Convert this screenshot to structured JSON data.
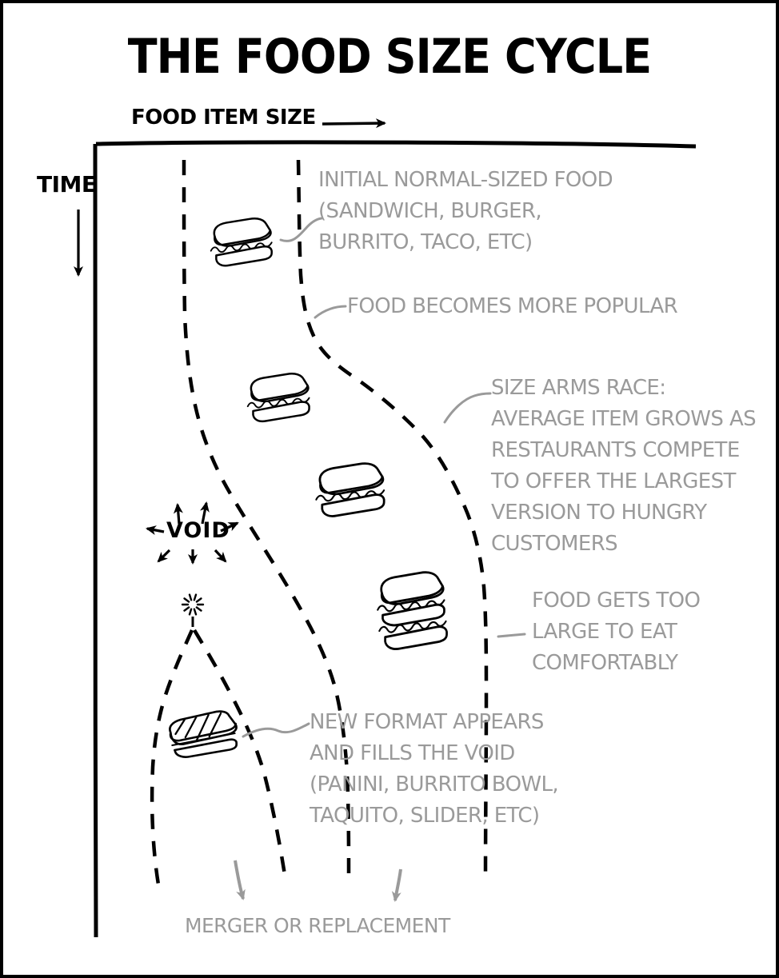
{
  "title": "THE FOOD SIZE CYCLE",
  "axes": {
    "x_label": "FOOD ITEM SIZE",
    "y_label": "TIME"
  },
  "annotations": {
    "initial_food": "INITIAL NORMAL-SIZED FOOD\n(SANDWICH, BURGER,\n BURRITO, TACO, ETC)",
    "becomes_popular": "FOOD BECOMES MORE POPULAR",
    "arms_race": "SIZE ARMS RACE:\nAVERAGE ITEM GROWS AS\nRESTAURANTS COMPETE\nTO OFFER THE LARGEST\nVERSION TO HUNGRY\nCUSTOMERS",
    "too_large": "FOOD GETS TOO\nLARGE TO EAT\nCOMFORTABLY",
    "new_format": "NEW FORMAT APPEARS\nAND FILLS THE VOID\n(PANINI, BURRITO BOWL,\nTAQUITO, SLIDER, ETC)",
    "void": "VOID",
    "merger": "MERGER OR REPLACEMENT"
  },
  "colors": {
    "ink": "#000000",
    "annotation_gray": "#9a9a9a",
    "background": "#ffffff"
  }
}
